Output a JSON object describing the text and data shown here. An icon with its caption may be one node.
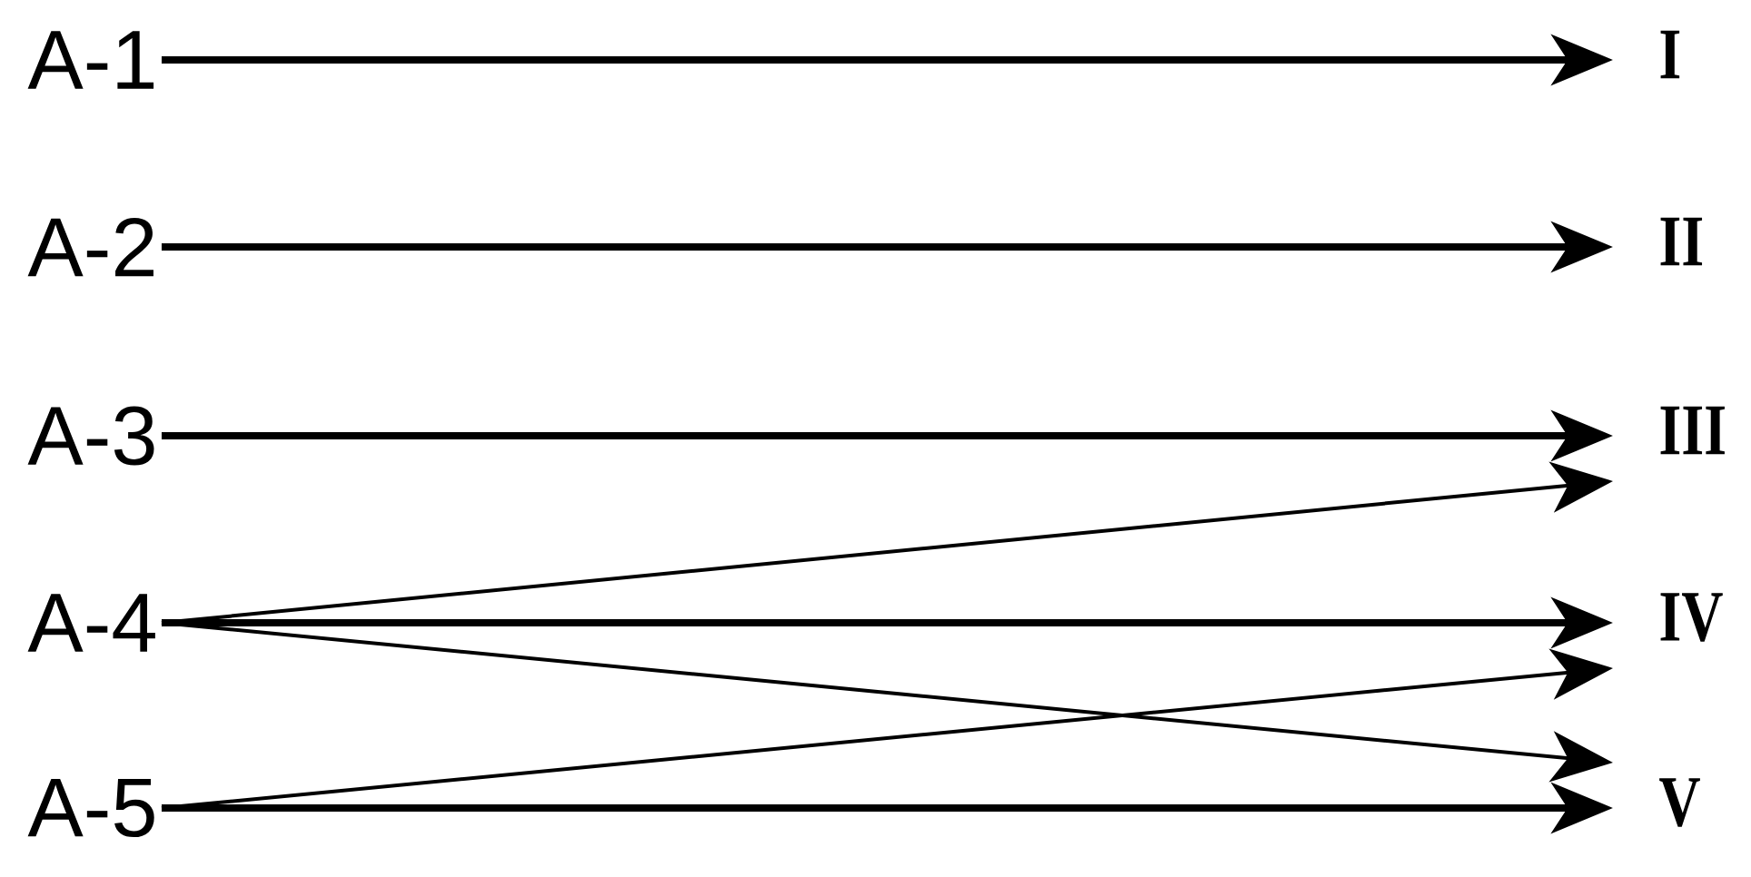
{
  "diagram": {
    "nodes": [
      {
        "text": [
          "A-1"
        ]
      },
      {
        "text": [
          "I"
        ]
      },
      {
        "text": [
          "A-2"
        ]
      },
      {
        "text": [
          "II"
        ]
      },
      {
        "text": [
          "A-3"
        ]
      },
      {
        "text": [
          "III"
        ]
      },
      {
        "text": [
          "A-4"
        ]
      },
      {
        "text": [
          "IV"
        ]
      },
      {
        "text": [
          "A-5"
        ]
      },
      {
        "text": [
          "V"
        ]
      }
    ],
    "edges": [
      {
        "from": 0,
        "to": 1,
        "arrow": "to"
      },
      {
        "from": 2,
        "to": 3,
        "arrow": "to"
      },
      {
        "from": 4,
        "to": 5,
        "arrow": "to"
      },
      {
        "from": 6,
        "to": 5,
        "arrow": "to"
      },
      {
        "from": 6,
        "to": 7,
        "arrow": "to"
      },
      {
        "from": 6,
        "to": 9,
        "arrow": "to"
      },
      {
        "from": 8,
        "to": 7,
        "arrow": "to"
      },
      {
        "from": 8,
        "to": 9,
        "arrow": "to"
      }
    ]
  }
}
